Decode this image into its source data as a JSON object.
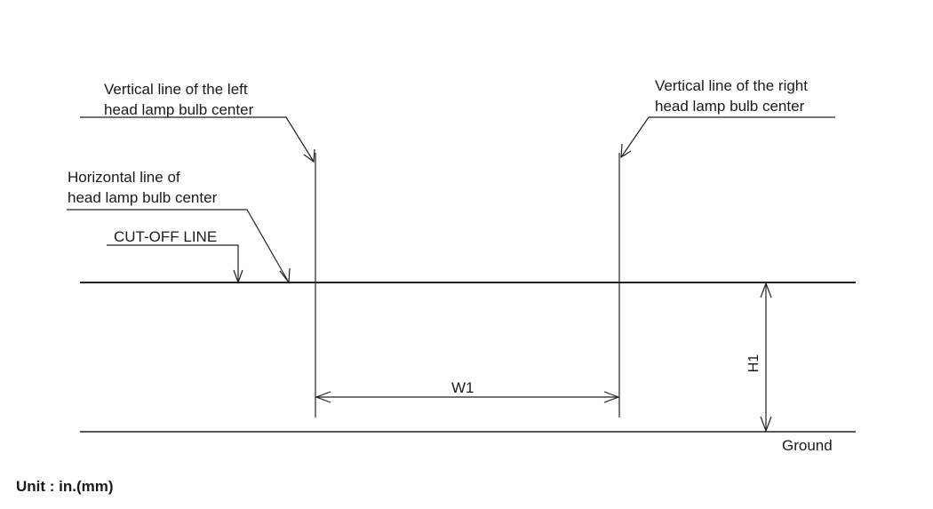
{
  "labels": {
    "left_vertical": [
      "Vertical line of the left",
      "head lamp bulb center"
    ],
    "right_vertical": [
      "Vertical line of the right",
      "head lamp bulb center"
    ],
    "horizontal": [
      "Horizontal line of",
      "head lamp bulb center"
    ],
    "cutoff": "CUT-OFF LINE",
    "w1": "W1",
    "h1": "H1",
    "ground": "Ground",
    "unit": "Unit : in.(mm)"
  }
}
